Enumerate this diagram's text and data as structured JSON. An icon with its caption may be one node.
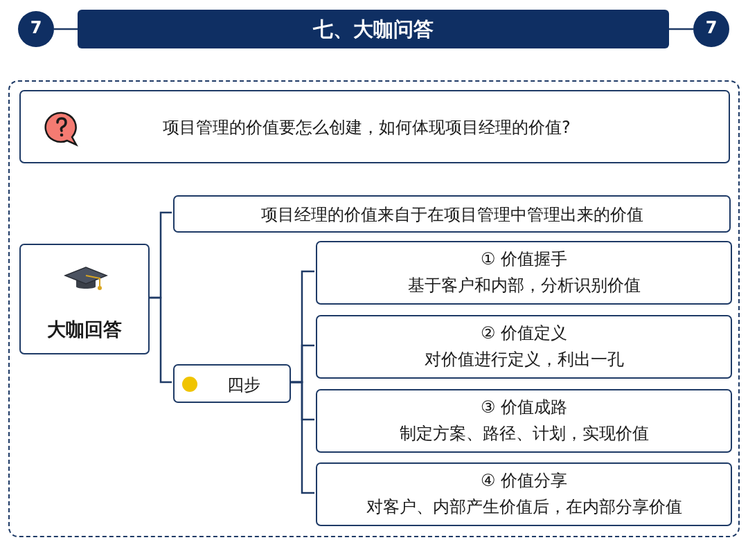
{
  "diagram": {
    "nodes": [
      {
        "text": [
          "7"
        ]
      },
      {
        "text": [
          "七、大咖问答"
        ]
      },
      {
        "text": [
          "7"
        ]
      },
      {
        "text": [],
        "shape": "box"
      },
      {
        "text": [
          "项目管理的价值要怎么创建，如何体现项目经理的价值?"
        ],
        "in": 3
      },
      {
        "text": [
          "大咖回答"
        ],
        "in": 3
      },
      {
        "text": [
          "项目经理的价值来自于在项目管理中管理出来的价值"
        ],
        "in": 3
      },
      {
        "text": [
          "四步"
        ],
        "in": 3
      },
      {
        "text": [
          "① 价值握手",
          "基于客户和内部，分析识别价值"
        ],
        "in": 3
      },
      {
        "text": [
          "② 价值定义",
          "对价值进行定义，利出一孔"
        ],
        "in": 3
      },
      {
        "text": [
          "③ 价值成路",
          "制定方案、路径、计划，实现价值"
        ],
        "in": 3
      },
      {
        "text": [
          "④ 价值分享",
          "对客户、内部产生价值后，在内部分享价值"
        ],
        "in": 3
      }
    ],
    "edges": [
      {
        "from": 0,
        "to": 1,
        "arrow": "none"
      },
      {
        "from": 1,
        "to": 2,
        "arrow": "none"
      },
      {
        "from": 5,
        "to": 6,
        "arrow": "none"
      },
      {
        "from": 5,
        "to": 7,
        "arrow": "none"
      },
      {
        "from": 7,
        "to": 8,
        "arrow": "none"
      },
      {
        "from": 7,
        "to": 9,
        "arrow": "none"
      },
      {
        "from": 7,
        "to": 10,
        "arrow": "none"
      },
      {
        "from": 7,
        "to": 11,
        "arrow": "none"
      }
    ]
  }
}
